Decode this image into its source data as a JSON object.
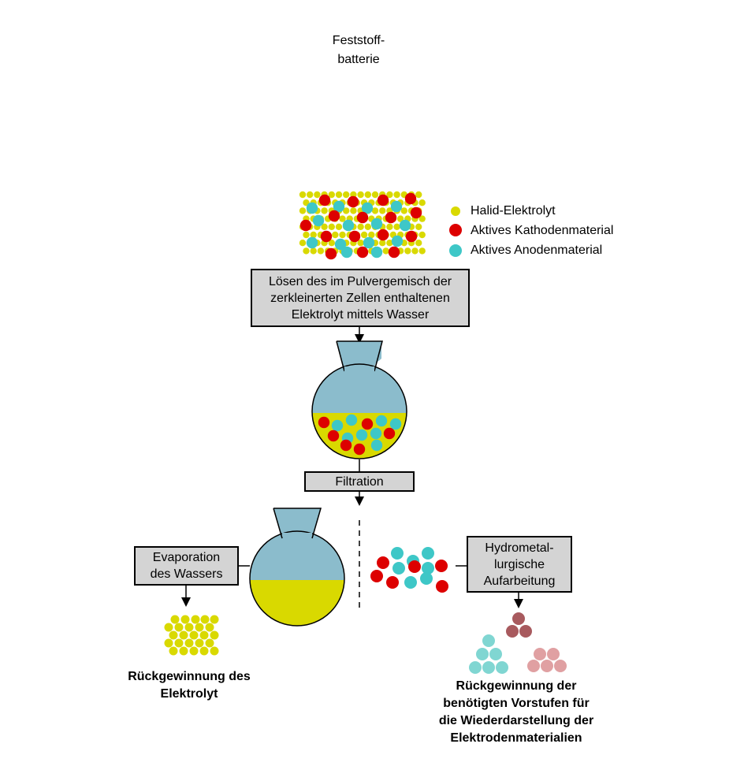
{
  "title": "Feststoff-\nbatterie",
  "legend": {
    "items": [
      {
        "label": "Halid-Elektrolyt",
        "color": "#d9d900"
      },
      {
        "label": "Aktives Kathodenmaterial",
        "color": "#dd0000"
      },
      {
        "label": "Aktives Anodenmaterial",
        "color": "#3ec7c7"
      }
    ]
  },
  "steps": {
    "dissolve": "Lösen des im Pulvergemisch der\nzerkleinerten Zellen enthaltenen\nElektrolyt mittels Wasser",
    "filtration": "Filtration",
    "evaporation": "Evaporation\ndes Wassers",
    "hydromet": "Hydrometal-\nlurgische\nAufarbeitung"
  },
  "outcomes": {
    "electrolyte": "Rückgewinnung des\nElektrolyt",
    "precursors": "Rückgewinnung der\nbenötigten Vorstufen für\ndie Wiederdarstellung der\nElektrodenmaterialien"
  },
  "colors": {
    "electrolyte": "#d9d900",
    "cathode": "#dd0000",
    "anode": "#3ec7c7",
    "flask_fill": "#8bbccc",
    "box_fill": "#d4d4d4",
    "precursor_dark": "#a85a5e",
    "precursor_light": "#e0a0a2",
    "precursor_teal": "#80d6d2"
  }
}
